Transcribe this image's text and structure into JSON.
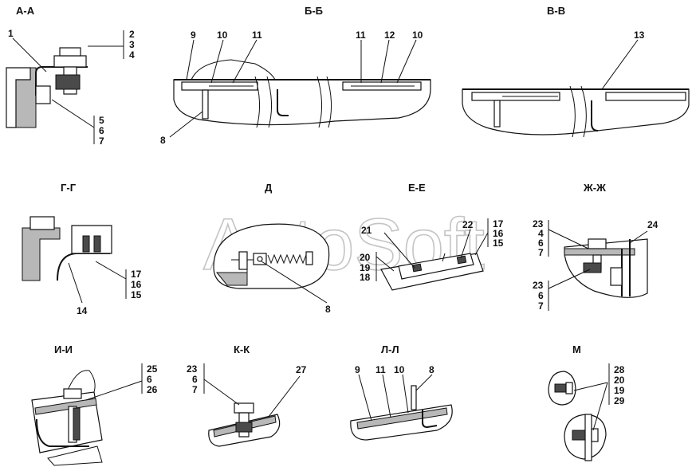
{
  "watermark": "AutoSoft",
  "sections": [
    {
      "id": "aa",
      "title": "А-А",
      "labels": {
        "p1": "1",
        "p2": "2",
        "p3": "3",
        "p4": "4",
        "p5": "5",
        "p6": "6",
        "p7": "7"
      }
    },
    {
      "id": "bb",
      "title": "Б-Б",
      "labels": {
        "p9": "9",
        "p10a": "10",
        "p11a": "11",
        "p11b": "11",
        "p12": "12",
        "p10b": "10",
        "p8": "8"
      }
    },
    {
      "id": "vv",
      "title": "В-В",
      "labels": {
        "p13": "13"
      }
    },
    {
      "id": "gg",
      "title": "Г-Г",
      "labels": {
        "p17": "17",
        "p16": "16",
        "p15": "15",
        "p14": "14"
      }
    },
    {
      "id": "d",
      "title": "Д",
      "labels": {
        "p8": "8"
      }
    },
    {
      "id": "ee",
      "title": "Е-Е",
      "labels": {
        "p21": "21",
        "p22": "22",
        "p17": "17",
        "p16": "16",
        "p15": "15",
        "p20": "20",
        "p19": "19",
        "p18": "18"
      }
    },
    {
      "id": "zhzh",
      "title": "Ж-Ж",
      "labels": {
        "p23a": "23",
        "p4": "4",
        "p6a": "6",
        "p7a": "7",
        "p24": "24",
        "p23b": "23",
        "p6b": "6",
        "p7b": "7"
      }
    },
    {
      "id": "ii",
      "title": "И-И",
      "labels": {
        "p25": "25",
        "p6": "6",
        "p26": "26"
      }
    },
    {
      "id": "kk",
      "title": "К-К",
      "labels": {
        "p23": "23",
        "p6": "6",
        "p7": "7",
        "p27": "27"
      }
    },
    {
      "id": "ll",
      "title": "Л-Л",
      "labels": {
        "p9": "9",
        "p11": "11",
        "p10": "10",
        "p8": "8"
      }
    },
    {
      "id": "m",
      "title": "М",
      "labels": {
        "p28": "28",
        "p20": "20",
        "p19": "19",
        "p29": "29"
      }
    }
  ]
}
